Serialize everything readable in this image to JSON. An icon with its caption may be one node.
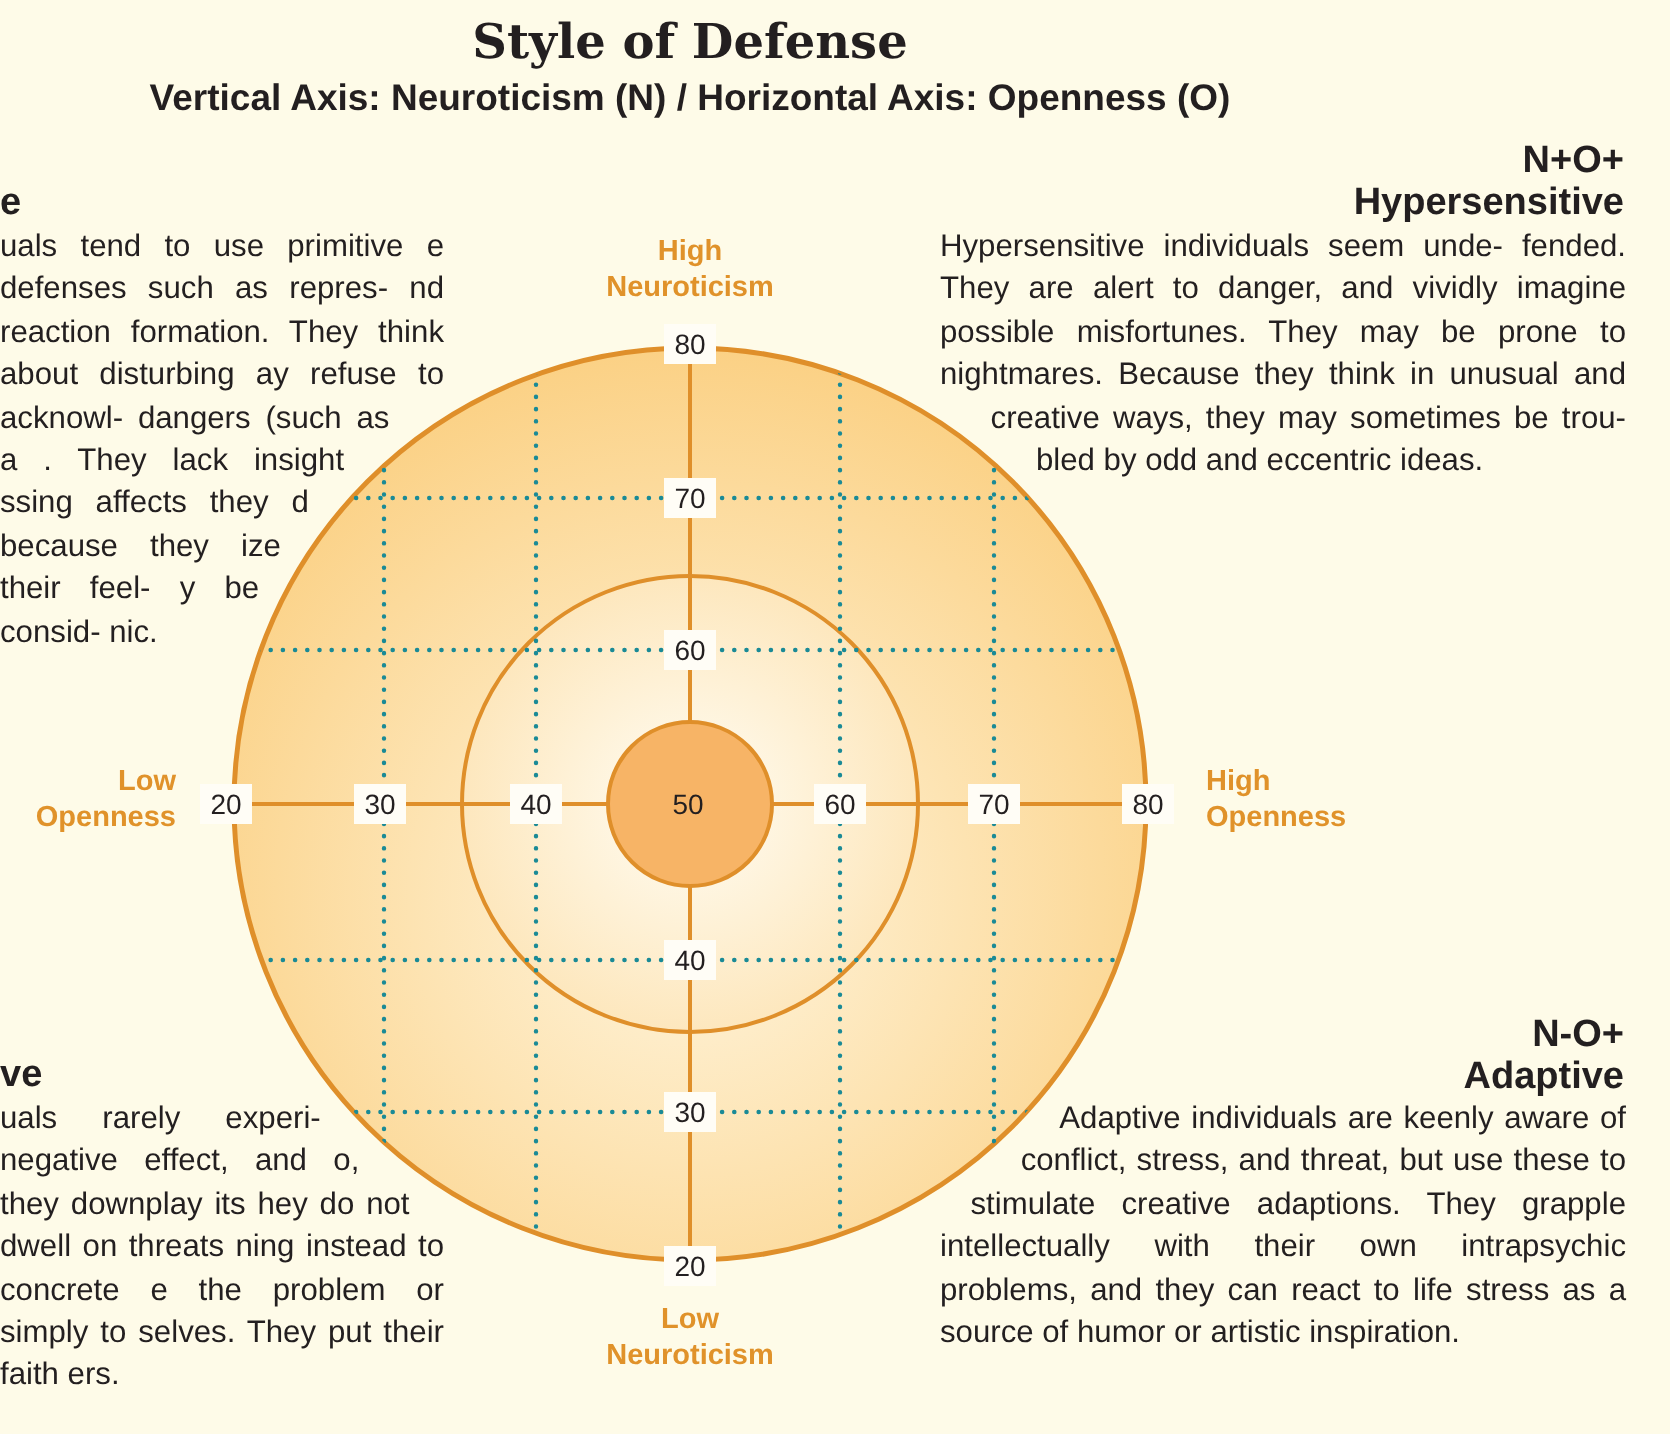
{
  "diagram": {
    "title": "Style of Defense",
    "labels": [
      "Vertical Axis: Neuroticism (N) / Horizontal Axis: Openness (O)",
      "High Neuroticism",
      "N+O+",
      "Hypersensitive",
      "Hypersensitive individuals seem unde- fended. They are alert to danger, and vividly imagine possible misfortunes. They may be prone to nightmares. Because they think in unusual and creative ways, they may sometimes be trou- bled by odd and eccentric ideas.",
      "e",
      "uals tend to use primitive e defenses such as repres- nd reaction formation. They think about disturbing ay refuse to acknowl- dangers (such as a . They lack insight ssing affects they d because they ize their feel- y be consid- nic.",
      "80",
      "70",
      "60",
      "Low Openness",
      "20",
      "30",
      "40",
      "50",
      "60",
      "70",
      "80",
      "High Openness",
      "40",
      "30",
      "N-O+",
      "Adaptive",
      "Adaptive individuals are keenly aware of conflict, stress, and threat, but use these to stimulate creative adaptions. They grapple intellectually with their own intrapsychic problems, and they can react to life stress as a source of humor or artistic inspiration.",
      "ve",
      "uals rarely experi- negative effect, and o, they downplay its hey do not dwell on threats ning instead to concrete e the problem or simply to selves. They put their faith ers.",
      "20",
      "Low Neuroticism"
    ]
  }
}
